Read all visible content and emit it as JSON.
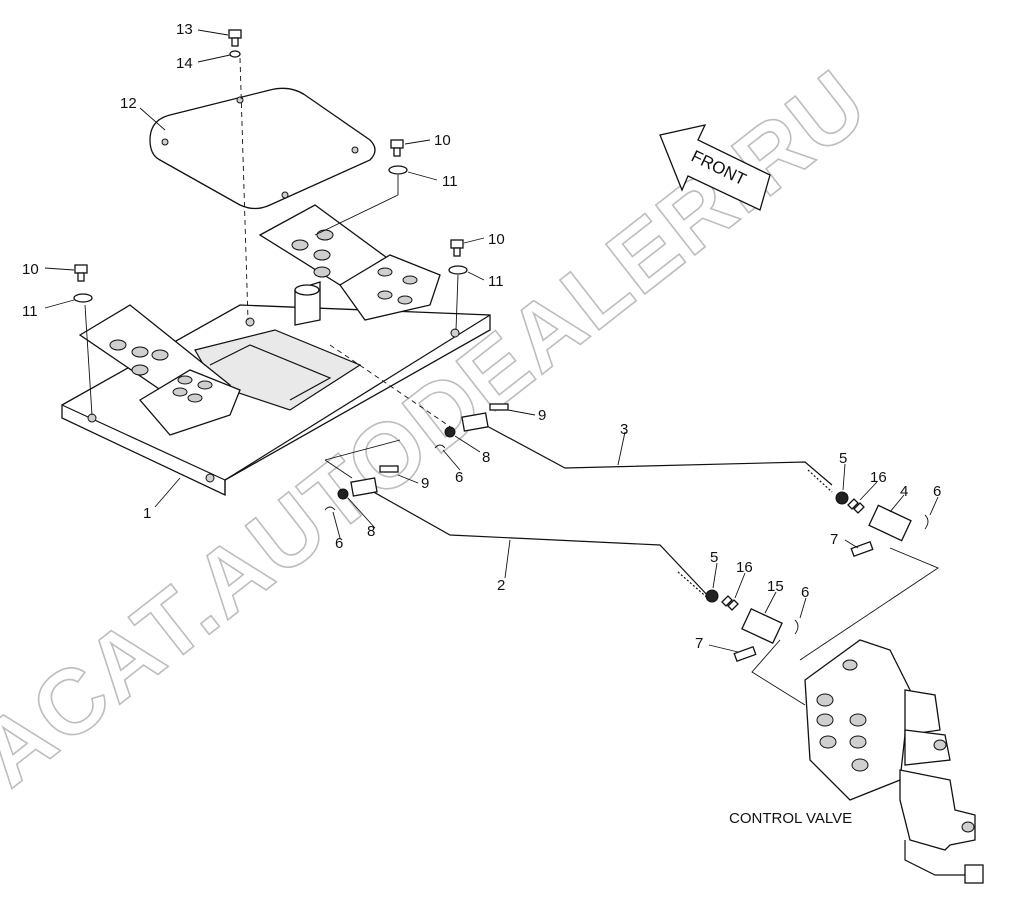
{
  "diagram": {
    "caption": "CONTROL VALVE",
    "front_arrow_label": "FRONT",
    "watermark": "ACAT.AUTODEALER.RU",
    "callouts": {
      "c1": "1",
      "c2": "2",
      "c3": "3",
      "c4": "4",
      "c5a": "5",
      "c5b": "5",
      "c6a": "6",
      "c6b": "6",
      "c6c": "6",
      "c6d": "6",
      "c7a": "7",
      "c7b": "7",
      "c8a": "8",
      "c8b": "8",
      "c9a": "9",
      "c9b": "9",
      "c10a": "10",
      "c10b": "10",
      "c10c": "10",
      "c11a": "11",
      "c11b": "11",
      "c11c": "11",
      "c12": "12",
      "c13": "13",
      "c14": "14",
      "c15": "15",
      "c16a": "16",
      "c16b": "16"
    }
  }
}
